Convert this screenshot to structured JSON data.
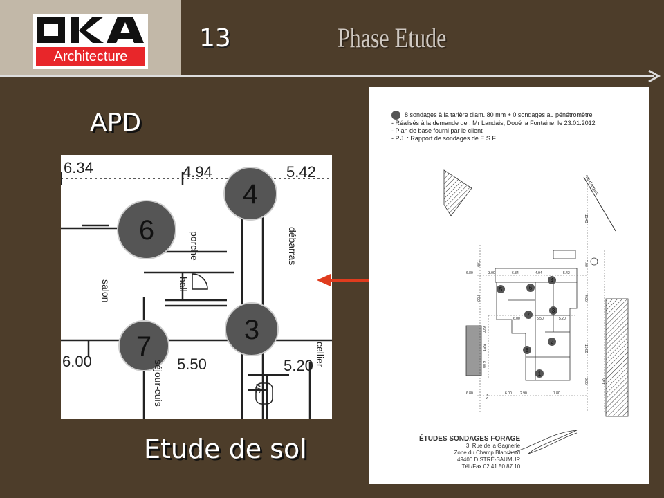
{
  "header": {
    "logo": {
      "name": "OKA",
      "subtitle": "Architecture"
    },
    "slide_number": "13",
    "title": "Phase Etude"
  },
  "labels": {
    "apd": "APD",
    "etude_de_sol": "Etude de sol"
  },
  "zoom_plan": {
    "dimensions": [
      "6.34",
      "4.94",
      "5.42",
      "6.00",
      "5.50",
      "5.20"
    ],
    "rooms": [
      "porche",
      "hall",
      "salon",
      "débarras",
      "séjour-cuis",
      "wc",
      "cellier"
    ],
    "boreholes": [
      "4",
      "6",
      "3",
      "7"
    ]
  },
  "site_doc": {
    "legend": {
      "line1_a": "8",
      "line1_b": "sondages à la tarière diam. 80 mm +",
      "line1_c": "0",
      "line1_d": "sondages au pénétromètre",
      "line2": "- Réalisés à la demande de : Mr Landais, Doué la Fontaine, le 23.01.2012",
      "line3": "- Plan de base fourni par le client",
      "line4": "- P.J. : Rapport de sondages de E.S.F"
    },
    "street": "rue d'Argent",
    "dimensions": [
      "6.80",
      "3.00",
      "6.34",
      "4.94",
      "5.42",
      "7.00",
      "13.43",
      "7.00",
      "6.00",
      "5.50",
      "5.20",
      "4.00",
      "10.80",
      "3.00",
      "5.51",
      "6.80",
      "5.51",
      "6.00",
      "2.90",
      "7.80",
      "6.00",
      "7.00",
      "5.51",
      "6.00"
    ],
    "boreholes": [
      "1",
      "2",
      "3",
      "4",
      "5",
      "6",
      "7",
      "8"
    ],
    "stamp": {
      "company": "ÉTUDES SONDAGES FORAGE",
      "line1": "3, Rue de la Gagnerie",
      "line2": "Zone du Champ Blanchard",
      "line3": "49400 DISTRÉ-SAUMUR",
      "line4": "Tél./Fax 02 41 50 87 10"
    }
  },
  "colors": {
    "background": "#4d3d2a",
    "logo_panel": "#c2b8a8",
    "logo_red": "#e8262a",
    "arrow_red": "#e03c1e",
    "title_grey": "#cfc8c1"
  }
}
